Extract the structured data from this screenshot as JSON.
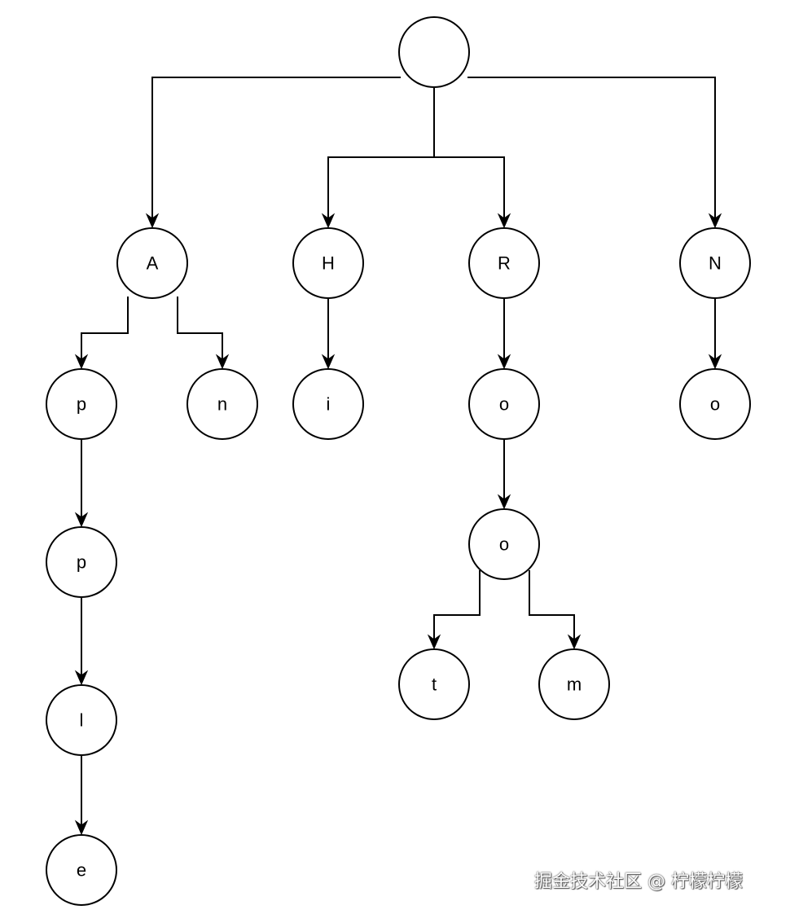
{
  "diagram": {
    "nodes": [
      {
        "id": "root",
        "label": ""
      },
      {
        "id": "A",
        "label": "A"
      },
      {
        "id": "H",
        "label": "H"
      },
      {
        "id": "R",
        "label": "R"
      },
      {
        "id": "N",
        "label": "N"
      },
      {
        "id": "A_p",
        "label": "p"
      },
      {
        "id": "A_n",
        "label": "n"
      },
      {
        "id": "H_i",
        "label": "i"
      },
      {
        "id": "R_o",
        "label": "o"
      },
      {
        "id": "N_o",
        "label": "o"
      },
      {
        "id": "A_p_p",
        "label": "p"
      },
      {
        "id": "R_o_o",
        "label": "o"
      },
      {
        "id": "A_p_p_l",
        "label": "l"
      },
      {
        "id": "R_o_o_t",
        "label": "t"
      },
      {
        "id": "R_o_o_m",
        "label": "m"
      },
      {
        "id": "A_p_p_l_e",
        "label": "e"
      }
    ],
    "edges": [
      {
        "from": "root",
        "to": "A"
      },
      {
        "from": "root",
        "to": "H"
      },
      {
        "from": "root",
        "to": "R"
      },
      {
        "from": "root",
        "to": "N"
      },
      {
        "from": "A",
        "to": "A_p"
      },
      {
        "from": "A",
        "to": "A_n"
      },
      {
        "from": "H",
        "to": "H_i"
      },
      {
        "from": "R",
        "to": "R_o"
      },
      {
        "from": "N",
        "to": "N_o"
      },
      {
        "from": "A_p",
        "to": "A_p_p"
      },
      {
        "from": "A_p_p",
        "to": "A_p_p_l"
      },
      {
        "from": "A_p_p_l",
        "to": "A_p_p_l_e"
      },
      {
        "from": "R_o",
        "to": "R_o_o"
      },
      {
        "from": "R_o_o",
        "to": "R_o_o_t"
      },
      {
        "from": "R_o_o",
        "to": "R_o_o_m"
      }
    ]
  },
  "watermark": "掘金技术社区 @ 柠檬柠檬"
}
